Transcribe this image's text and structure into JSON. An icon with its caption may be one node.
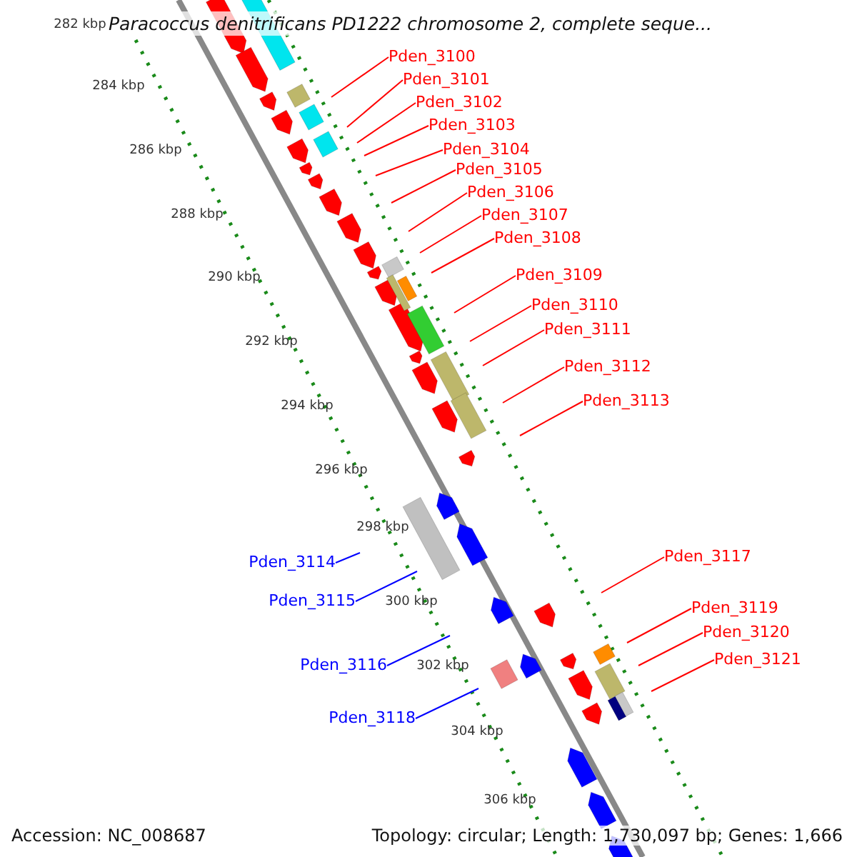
{
  "diagram": {
    "title": "Paracoccus denitrificans PD1222 chromosome 2, complete seque...",
    "nodes": [
      {
        "text": [
          "Pden_3100"
        ]
      },
      {
        "text": [
          "Pden_3101"
        ]
      },
      {
        "text": [
          "Pden_3102"
        ]
      },
      {
        "text": [
          "Pden_3103"
        ]
      },
      {
        "text": [
          "Pden_3104"
        ]
      },
      {
        "text": [
          "Pden_3105"
        ]
      },
      {
        "text": [
          "Pden_3106"
        ]
      },
      {
        "text": [
          "Pden_3107"
        ]
      },
      {
        "text": [
          "Pden_3108"
        ]
      },
      {
        "text": [
          "Pden_3109"
        ]
      },
      {
        "text": [
          "Pden_3110"
        ]
      },
      {
        "text": [
          "Pden_3111"
        ]
      },
      {
        "text": [
          "Pden_3112"
        ]
      },
      {
        "text": [
          "Pden_3113"
        ]
      },
      {
        "text": [
          "Pden_3114"
        ]
      },
      {
        "text": [
          "Pden_3115"
        ]
      },
      {
        "text": [
          "Pden_3117"
        ]
      },
      {
        "text": [
          "Pden_3116"
        ]
      },
      {
        "text": [
          "Pden_3119"
        ]
      },
      {
        "text": [
          "Pden_3120"
        ]
      },
      {
        "text": [
          "Pden_3121"
        ]
      },
      {
        "text": [
          "Pden_3118"
        ]
      }
    ],
    "edges": [
      {
        "from": 0,
        "to": null,
        "arrow": "none"
      },
      {
        "from": 1,
        "to": null,
        "arrow": "none"
      },
      {
        "from": 2,
        "to": null,
        "arrow": "none"
      },
      {
        "from": 3,
        "to": null,
        "arrow": "none"
      },
      {
        "from": 4,
        "to": null,
        "arrow": "none"
      },
      {
        "from": 5,
        "to": null,
        "arrow": "none"
      },
      {
        "from": 6,
        "to": null,
        "arrow": "none"
      },
      {
        "from": 7,
        "to": null,
        "arrow": "none"
      },
      {
        "from": 8,
        "to": null,
        "arrow": "none"
      },
      {
        "from": 9,
        "to": null,
        "arrow": "none"
      },
      {
        "from": 10,
        "to": null,
        "arrow": "none"
      },
      {
        "from": 11,
        "to": null,
        "arrow": "none"
      },
      {
        "from": 12,
        "to": null,
        "arrow": "none"
      },
      {
        "from": 13,
        "to": null,
        "arrow": "none"
      },
      {
        "from": 14,
        "to": null,
        "arrow": "none",
        "color": "#0000ff"
      },
      {
        "from": 15,
        "to": null,
        "arrow": "none",
        "color": "#0000ff"
      },
      {
        "from": 16,
        "to": null,
        "arrow": "none"
      },
      {
        "from": 17,
        "to": null,
        "arrow": "none",
        "color": "#0000ff"
      },
      {
        "from": 18,
        "to": null,
        "arrow": "none"
      },
      {
        "from": 19,
        "to": null,
        "arrow": "none"
      },
      {
        "from": 20,
        "to": null,
        "arrow": "none"
      },
      {
        "from": 21,
        "to": null,
        "arrow": "none",
        "color": "#0000ff"
      }
    ],
    "labels": [
      "282 kbp",
      "284 kbp",
      "286 kbp",
      "288 kbp",
      "290 kbp",
      "292 kbp",
      "294 kbp",
      "296 kbp",
      "298 kbp",
      "300 kbp",
      "302 kbp",
      "304 kbp",
      "306 kbp",
      "Accession: NC_008687",
      "Topology: circular; Length: 1,730,097 bp; Genes: 1,666"
    ]
  }
}
